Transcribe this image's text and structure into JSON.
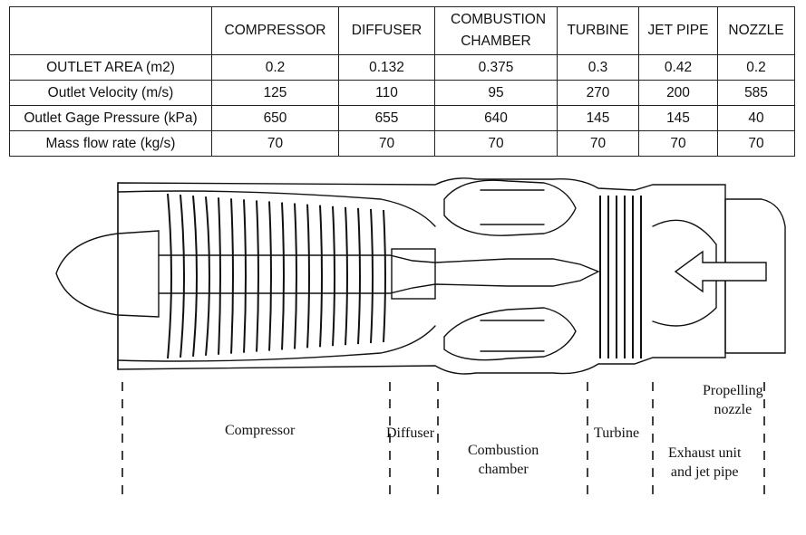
{
  "table": {
    "columns": [
      "",
      "COMPRESSOR",
      "DIFFUSER",
      "COMBUSTION CHAMBER",
      "TURBINE",
      "JET PIPE",
      "NOZZLE"
    ],
    "rows": [
      {
        "label": "OUTLET AREA (m2)",
        "values": [
          "0.2",
          "0.132",
          "0.375",
          "0.3",
          "0.42",
          "0.2"
        ]
      },
      {
        "label": "Outlet Velocity (m/s)",
        "values": [
          "125",
          "110",
          "95",
          "270",
          "200",
          "585"
        ]
      },
      {
        "label": "Outlet Gage Pressure (kPa)",
        "values": [
          "650",
          "655",
          "640",
          "145",
          "145",
          "40"
        ]
      },
      {
        "label": "Mass flow rate (kg/s)",
        "values": [
          "70",
          "70",
          "70",
          "70",
          "70",
          "70"
        ]
      }
    ]
  },
  "diagram": {
    "labels": {
      "compressor": "Compressor",
      "diffuser": "Diffuser",
      "combustion_line1": "Combustion",
      "combustion_line2": "chamber",
      "turbine": "Turbine",
      "exhaust_line1": "Exhaust unit",
      "exhaust_line2": "and jet pipe",
      "nozzle_line1": "Propelling",
      "nozzle_line2": "nozzle"
    }
  }
}
